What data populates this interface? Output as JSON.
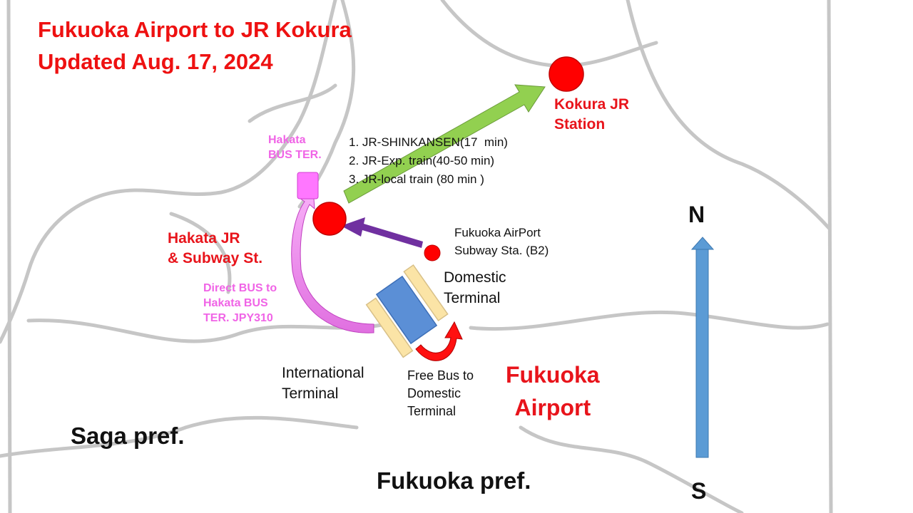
{
  "title": {
    "line1": "Fukuoka Airport to JR Kokura",
    "line2": "Updated Aug. 17, 2024"
  },
  "stations": {
    "kokura": "Kokura JR\nStation",
    "hakata_jr": "Hakata JR\n& Subway St.",
    "hakata_bus": "Hakata\nBUS TER.",
    "airport_subway": "Fukuoka AirPort\nSubway Sta. (B2)"
  },
  "routes": {
    "options": [
      "1. JR-SHINKANSEN(17  min)",
      "2. JR-Exp. train(40-50 min)",
      "3. JR-local train (80 min )"
    ],
    "direct_bus": "Direct BUS to\nHakata BUS\nTER. JPY310",
    "free_bus": "Free Bus to\nDomestic\nTerminal"
  },
  "terminals": {
    "domestic": "Domestic\nTerminal",
    "international": "International\nTerminal",
    "airport": "Fukuoka\nAirport"
  },
  "regions": {
    "saga": "Saga pref.",
    "fukuoka": "Fukuoka pref."
  },
  "compass": {
    "north": "N",
    "south": "S"
  },
  "colors": {
    "title_red": "#ee1111",
    "station_red": "#ff0000",
    "shinkansen_green": "#92d050",
    "subway_purple": "#7030a0",
    "bus_pink": "#f064e6",
    "terminal_blue": "#5b8fd6",
    "terminal_yellow": "#fbe4a6",
    "compass_blue": "#5b9bd5"
  }
}
